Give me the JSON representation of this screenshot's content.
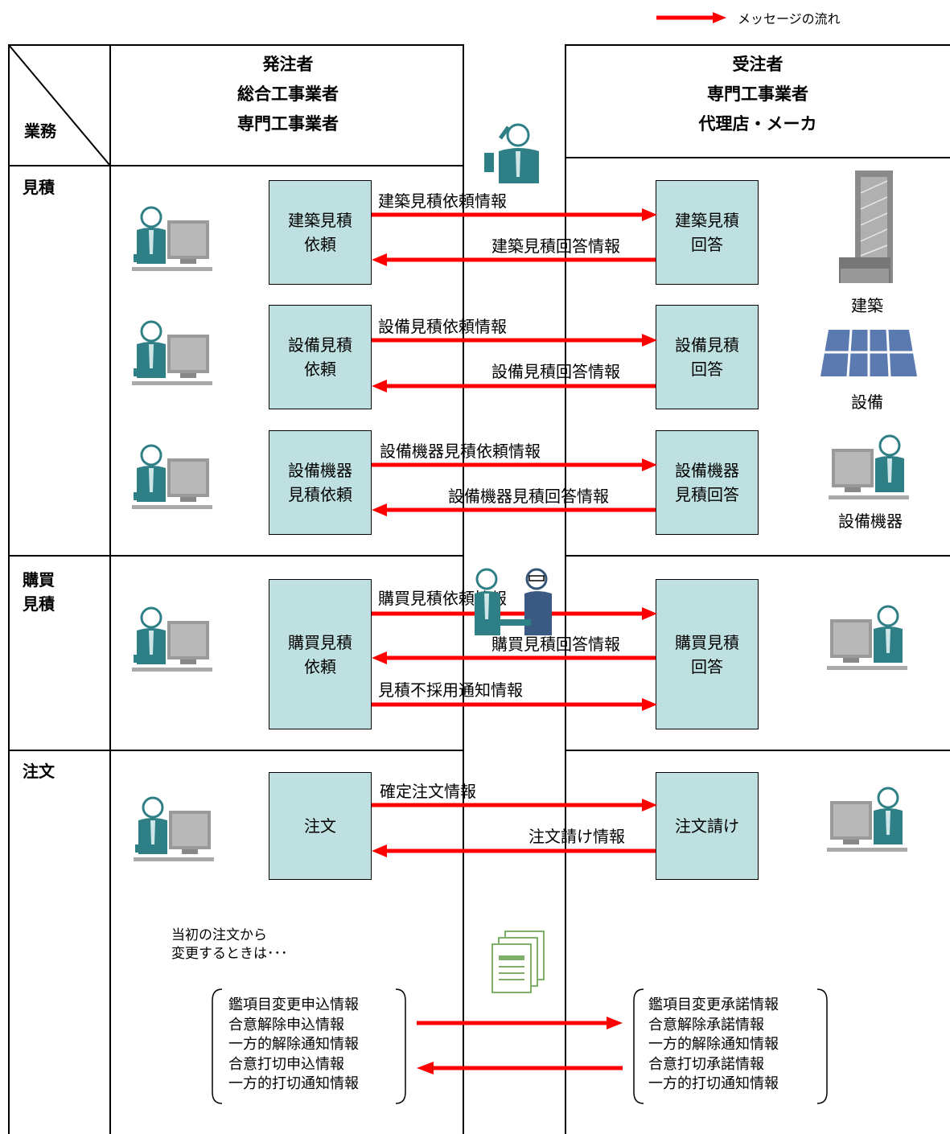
{
  "legend": {
    "label": "メッセージの流れ",
    "color": "#ff0000"
  },
  "header": {
    "corner_label": "業務",
    "left": {
      "title": "発注者",
      "line1": "総合工事業者",
      "line2": "専門工事業者"
    },
    "right": {
      "title": "受注者",
      "line1": "専門工事業者",
      "line2": "代理店・メーカ"
    }
  },
  "rows": {
    "estimate": "見積",
    "purchase": "購買\n見積",
    "order": "注文"
  },
  "boxes": {
    "b1_left": "建築見積\n依頼",
    "b1_right": "建築見積\n回答",
    "b2_left": "設備見積\n依頼",
    "b2_right": "設備見積\n回答",
    "b3_left": "設備機器\n見積依頼",
    "b3_right": "設備機器\n見積回答",
    "b4_left": "購買見積\n依頼",
    "b4_right": "購買見積\n回答",
    "b5_left": "注文",
    "b5_right": "注文請け"
  },
  "messages": {
    "m1": "建築見積依頼情報",
    "m2": "建築見積回答情報",
    "m3": "設備見積依頼情報",
    "m4": "設備見積回答情報",
    "m5": "設備機器見積依頼情報",
    "m6": "設備機器見積回答情報",
    "m7": "購買見積依頼情報",
    "m8": "購買見積回答情報",
    "m9": "見積不採用通知情報",
    "m10": "確定注文情報",
    "m11": "注文請け情報"
  },
  "right_labels": {
    "arch": "建築",
    "equip": "設備",
    "machine": "設備機器"
  },
  "note": "当初の注文から\n変更するときは･･･",
  "change_left": "鑑項目変更申込情報\n合意解除申込情報\n一方的解除通知情報\n合意打切申込情報\n一方的打切通知情報",
  "change_right": "鑑項目変更承諾情報\n合意解除承諾情報\n一方的解除通知情報\n合意打切承諾情報\n一方的打切通知情報",
  "colors": {
    "box_fill": "#bfe0e0",
    "arrow": "#ff0000",
    "person": "#2f7f86",
    "monitor": "#999999"
  }
}
